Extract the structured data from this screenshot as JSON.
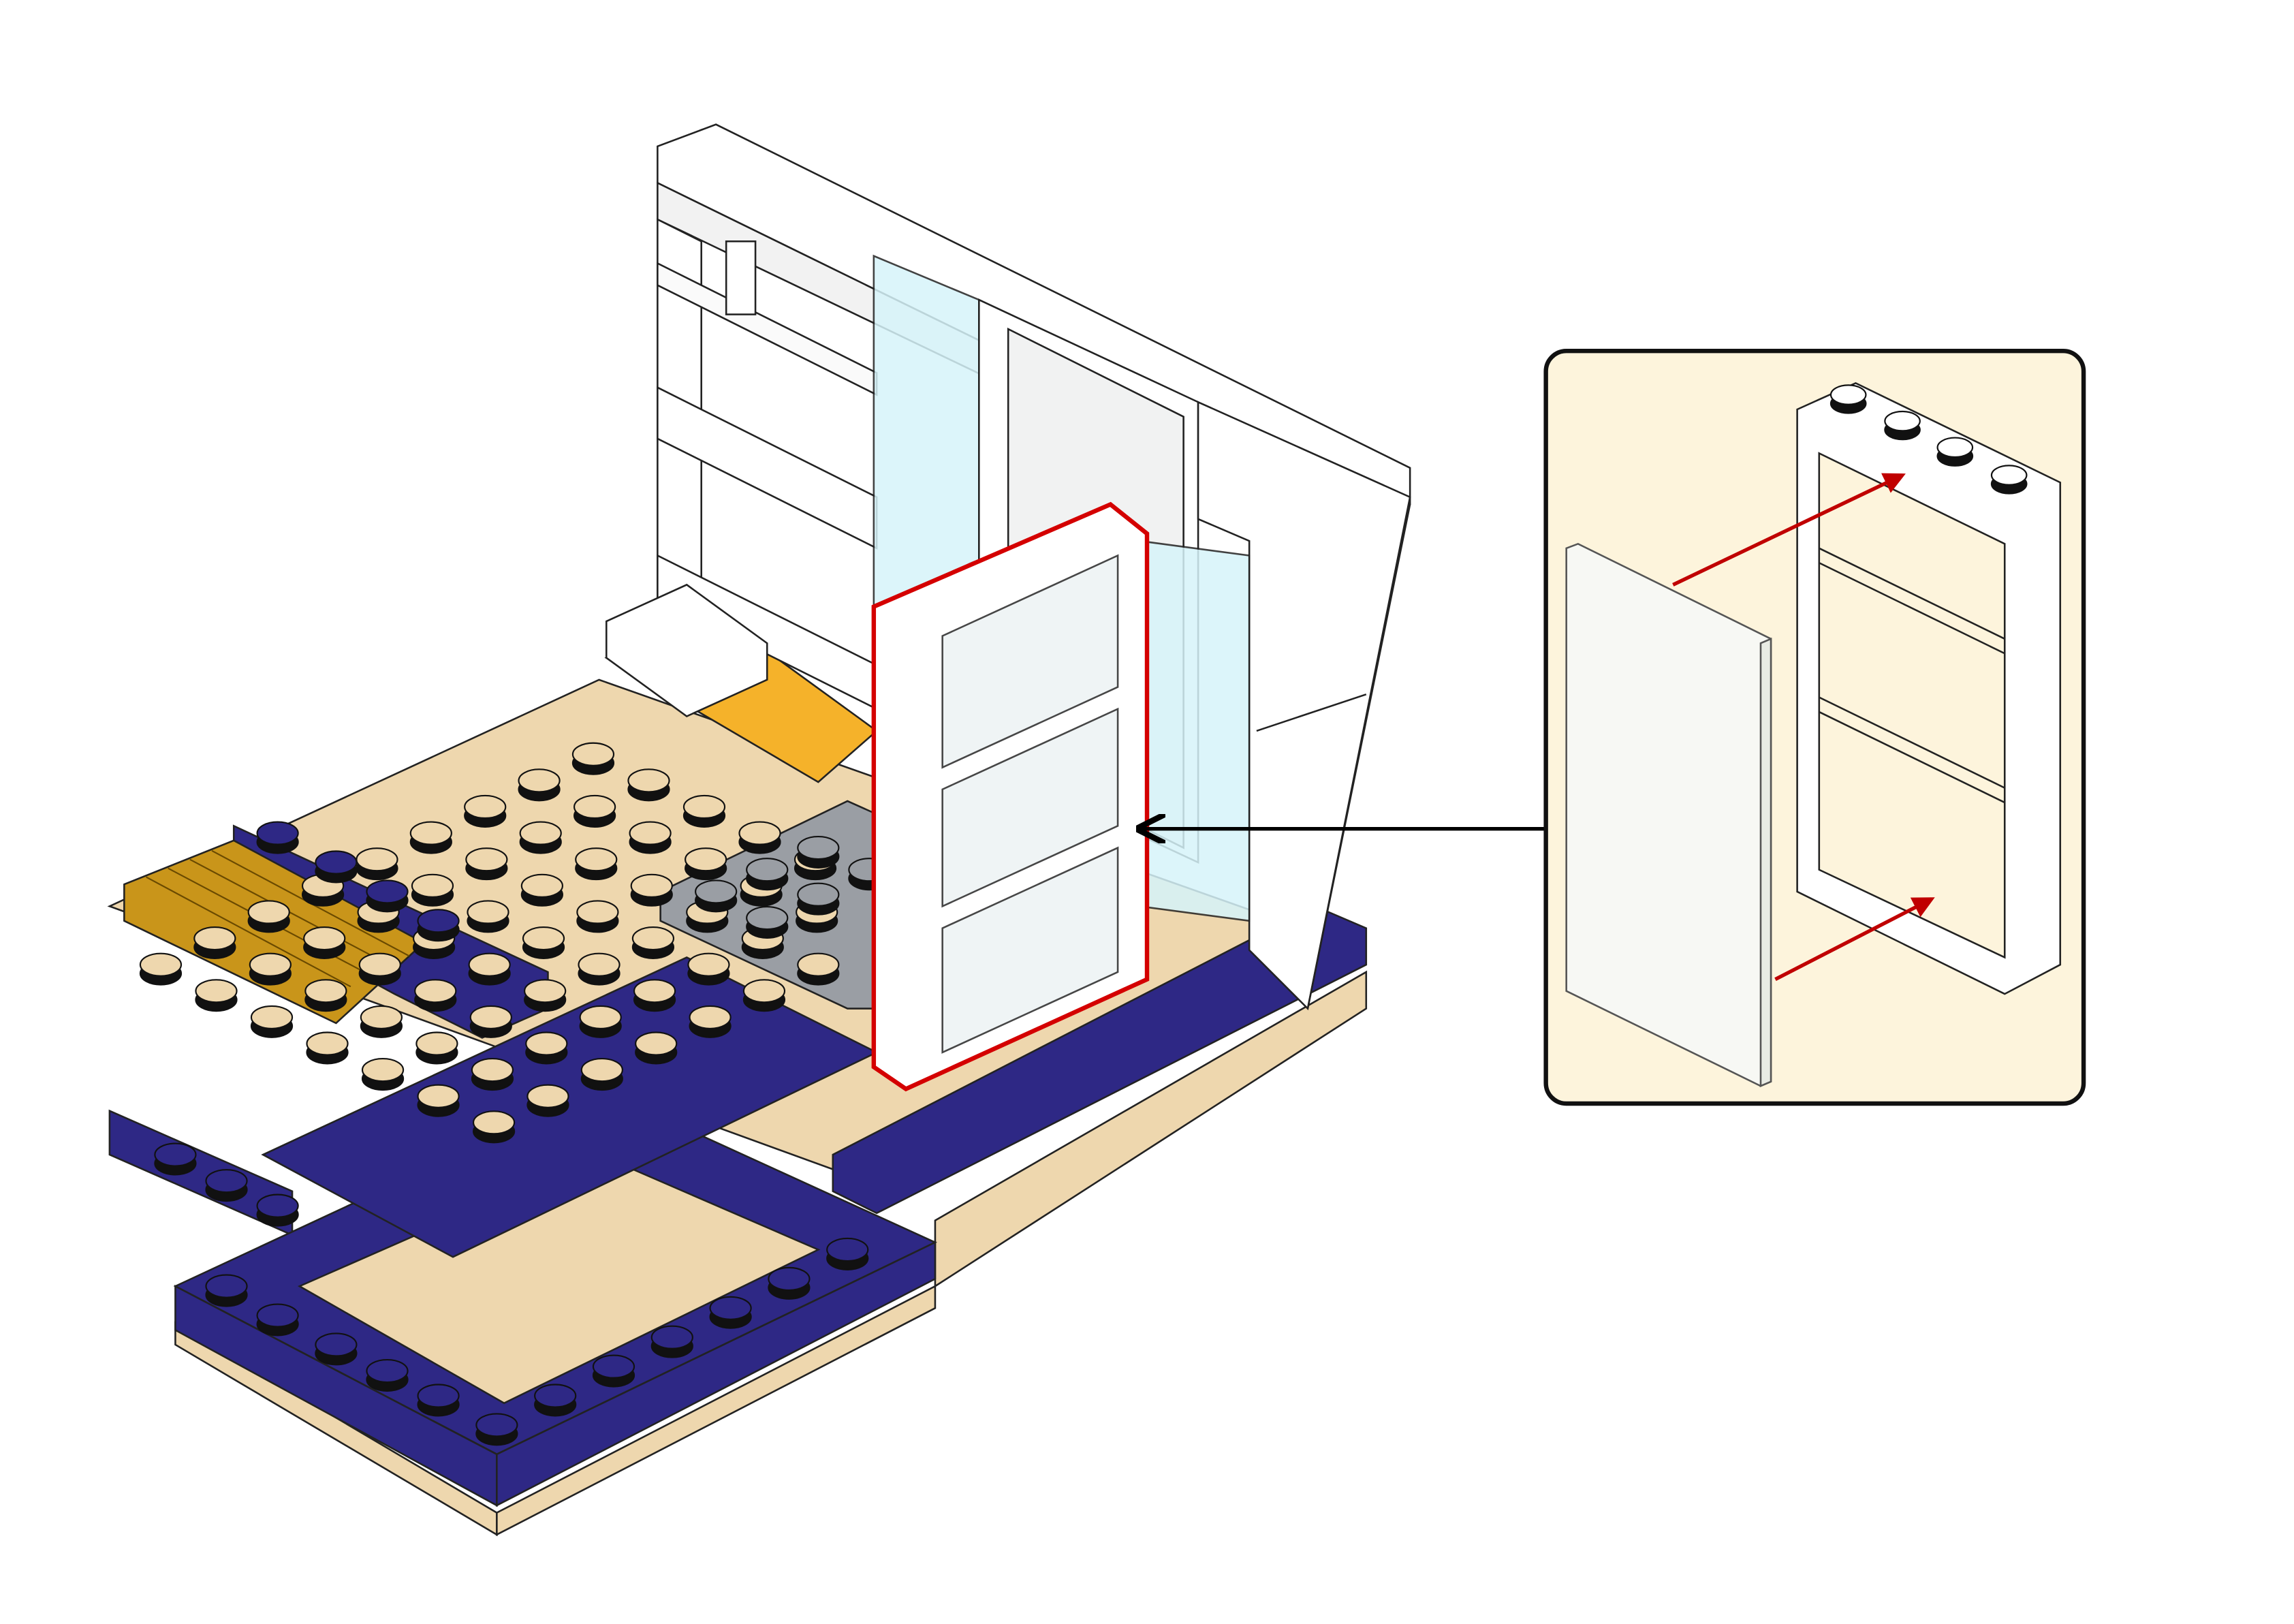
{
  "instruction": {
    "type": "building-step",
    "visible_text": [],
    "highlight_color": "#d40000",
    "arrow_color_main": "#000000",
    "arrow_color_callout": "#c00000",
    "callout_background": "#fdf4dc",
    "callout_border": "#111111",
    "colors": {
      "tan_plate": "#eed7ae",
      "navy_plate": "#2e2885",
      "gold_grille": "#c9951a",
      "orange_plate": "#f5b22a",
      "gray_plate": "#9a9ea4",
      "trans_light_blue": "#d6f4fa",
      "white_brick": "#ffffff"
    },
    "parts": [
      {
        "name": "window-frame-1x2x3",
        "color": "white"
      },
      {
        "name": "window-glass-pane",
        "color": "trans-clear"
      }
    ]
  }
}
